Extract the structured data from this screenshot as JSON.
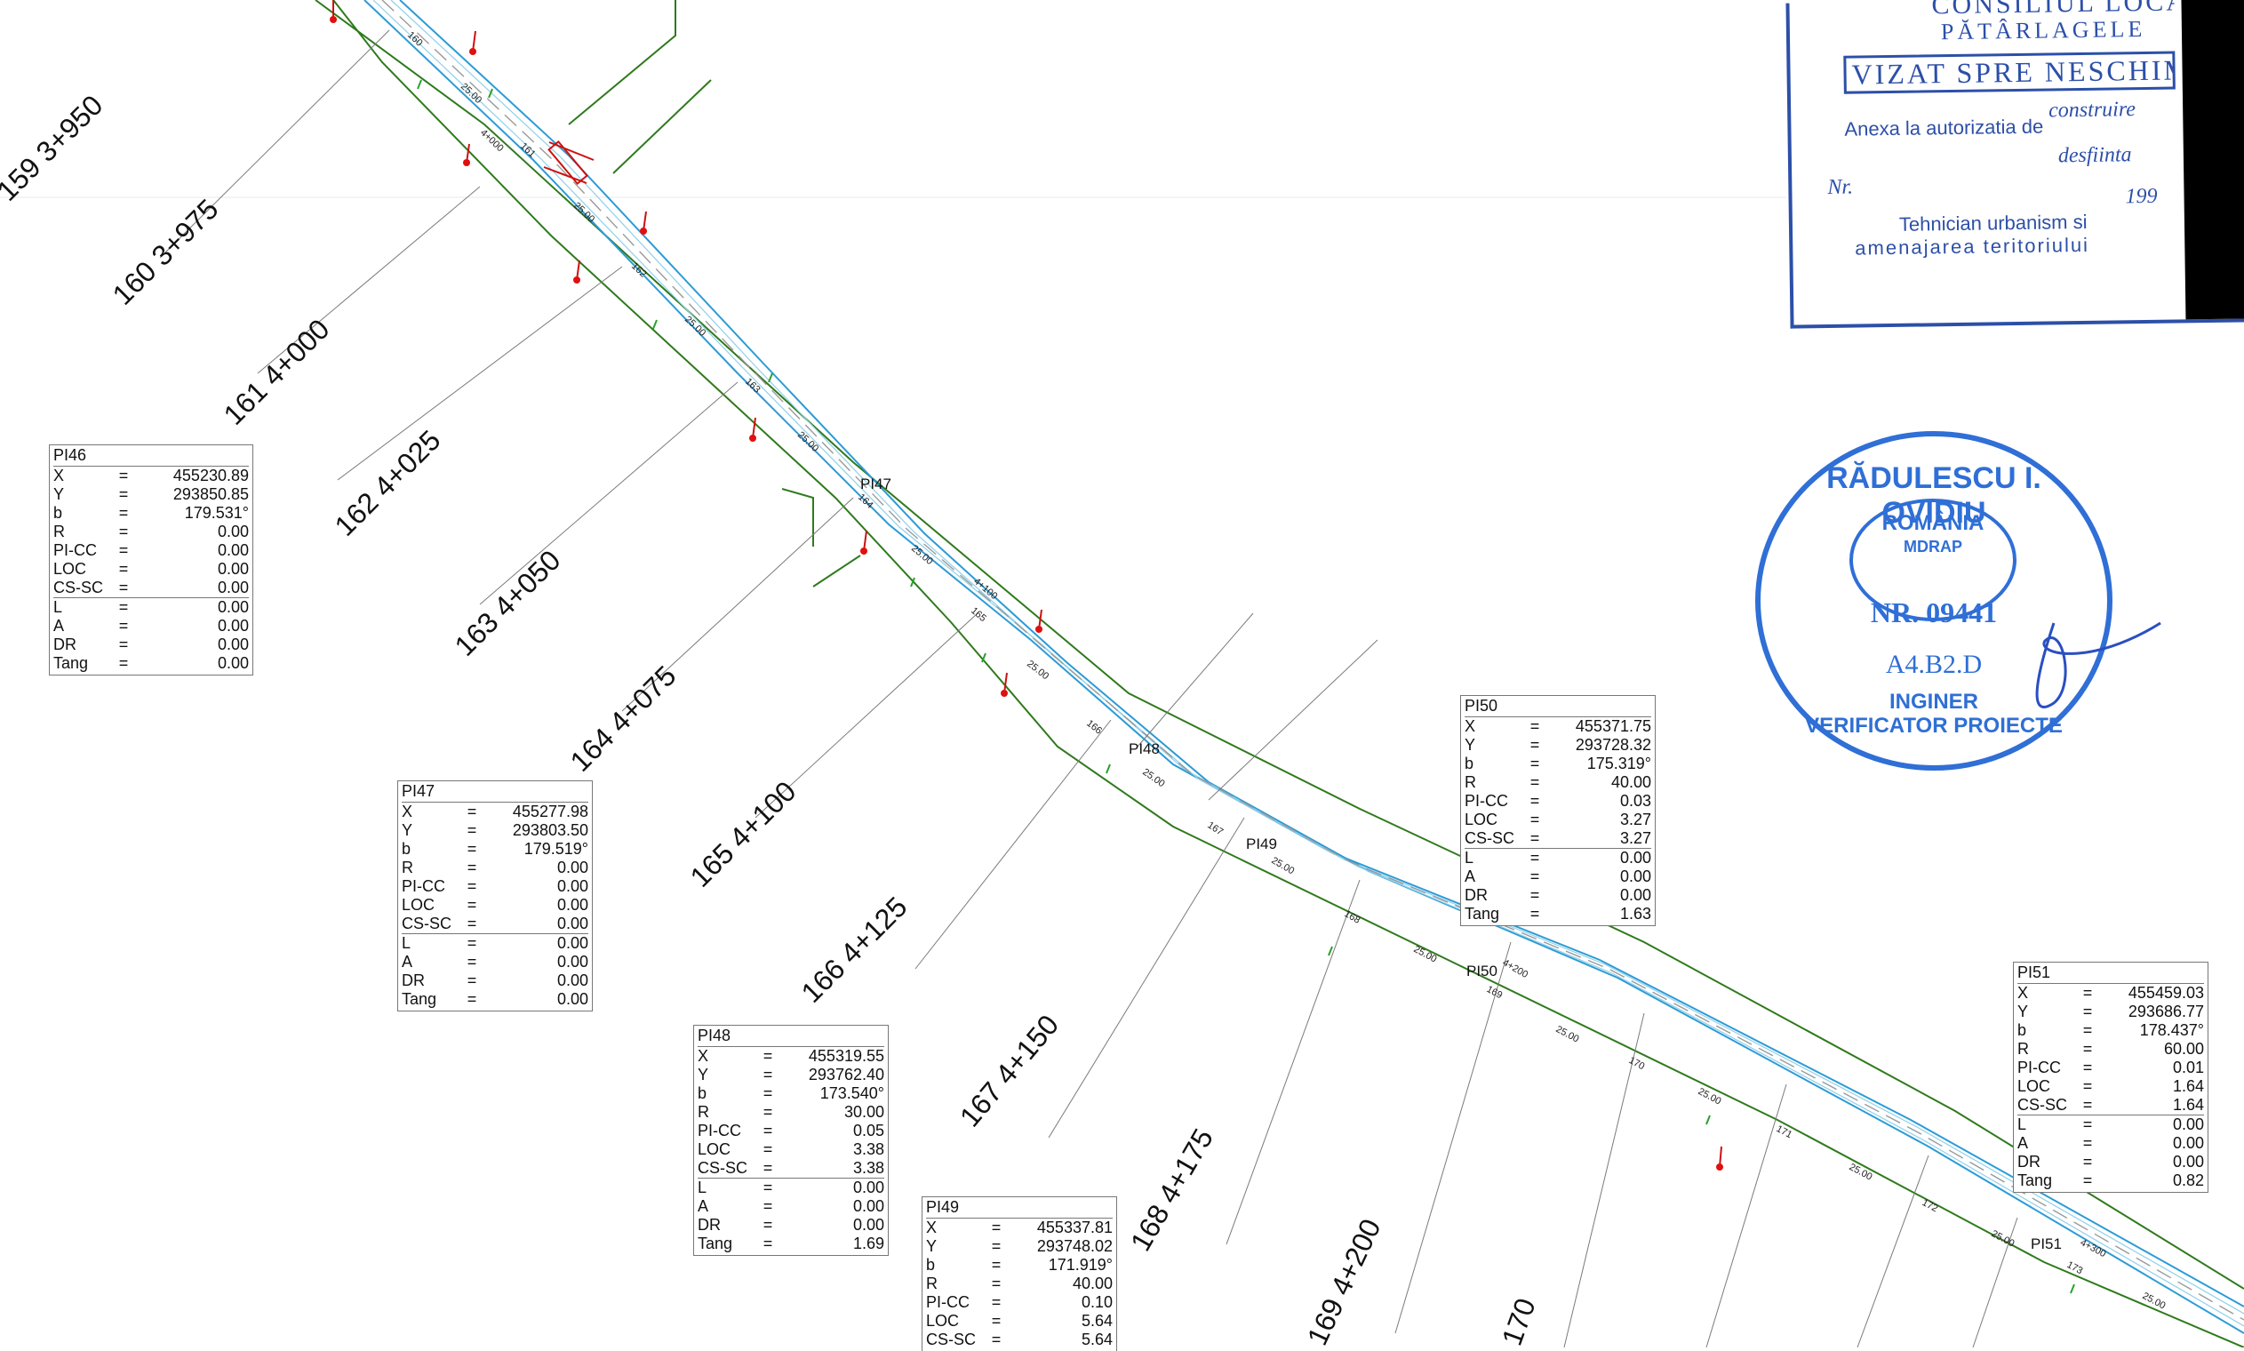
{
  "stations": [
    {
      "label": "159 3+950"
    },
    {
      "label": "160 3+975"
    },
    {
      "label": "161 4+000"
    },
    {
      "label": "162 4+025"
    },
    {
      "label": "163 4+050"
    },
    {
      "label": "164 4+075"
    },
    {
      "label": "165 4+100"
    },
    {
      "label": "166 4+125"
    },
    {
      "label": "167 4+150"
    },
    {
      "label": "168 4+175"
    },
    {
      "label": "169 4+200"
    },
    {
      "label": "170"
    }
  ],
  "chainage_marks": [
    "4+000",
    "4+100",
    "4+200",
    "4+300"
  ],
  "segment_label": "25.00",
  "profile_numbers": [
    "160",
    "161",
    "162",
    "163",
    "164",
    "165",
    "166",
    "167",
    "168",
    "169",
    "170",
    "171",
    "172",
    "173"
  ],
  "pi_points": [
    {
      "name": "PI47"
    },
    {
      "name": "PI48"
    },
    {
      "name": "PI49"
    },
    {
      "name": "PI50"
    },
    {
      "name": "PI51"
    }
  ],
  "pi_tables": [
    {
      "title": "PI46",
      "rows": [
        [
          "X",
          "=",
          "455230.89"
        ],
        [
          "Y",
          "=",
          "293850.85"
        ],
        [
          "b",
          "=",
          "179.531°"
        ],
        [
          "R",
          "=",
          "0.00"
        ],
        [
          "PI-CC",
          "=",
          "0.00"
        ],
        [
          "LOC",
          "=",
          "0.00"
        ],
        [
          "CS-SC",
          "=",
          "0.00"
        ],
        [
          "L",
          "=",
          "0.00"
        ],
        [
          "A",
          "=",
          "0.00"
        ],
        [
          "DR",
          "=",
          "0.00"
        ],
        [
          "Tang",
          "=",
          "0.00"
        ]
      ]
    },
    {
      "title": "PI47",
      "rows": [
        [
          "X",
          "=",
          "455277.98"
        ],
        [
          "Y",
          "=",
          "293803.50"
        ],
        [
          "b",
          "=",
          "179.519°"
        ],
        [
          "R",
          "=",
          "0.00"
        ],
        [
          "PI-CC",
          "=",
          "0.00"
        ],
        [
          "LOC",
          "=",
          "0.00"
        ],
        [
          "CS-SC",
          "=",
          "0.00"
        ],
        [
          "L",
          "=",
          "0.00"
        ],
        [
          "A",
          "=",
          "0.00"
        ],
        [
          "DR",
          "=",
          "0.00"
        ],
        [
          "Tang",
          "=",
          "0.00"
        ]
      ]
    },
    {
      "title": "PI48",
      "rows": [
        [
          "X",
          "=",
          "455319.55"
        ],
        [
          "Y",
          "=",
          "293762.40"
        ],
        [
          "b",
          "=",
          "173.540°"
        ],
        [
          "R",
          "=",
          "30.00"
        ],
        [
          "PI-CC",
          "=",
          "0.05"
        ],
        [
          "LOC",
          "=",
          "3.38"
        ],
        [
          "CS-SC",
          "=",
          "3.38"
        ],
        [
          "L",
          "=",
          "0.00"
        ],
        [
          "A",
          "=",
          "0.00"
        ],
        [
          "DR",
          "=",
          "0.00"
        ],
        [
          "Tang",
          "=",
          "1.69"
        ]
      ]
    },
    {
      "title": "PI49",
      "rows": [
        [
          "X",
          "=",
          "455337.81"
        ],
        [
          "Y",
          "=",
          "293748.02"
        ],
        [
          "b",
          "=",
          "171.919°"
        ],
        [
          "R",
          "=",
          "40.00"
        ],
        [
          "PI-CC",
          "=",
          "0.10"
        ],
        [
          "LOC",
          "=",
          "5.64"
        ],
        [
          "CS-SC",
          "=",
          "5.64"
        ]
      ]
    },
    {
      "title": "PI50",
      "rows": [
        [
          "X",
          "=",
          "455371.75"
        ],
        [
          "Y",
          "=",
          "293728.32"
        ],
        [
          "b",
          "=",
          "175.319°"
        ],
        [
          "R",
          "=",
          "40.00"
        ],
        [
          "PI-CC",
          "=",
          "0.03"
        ],
        [
          "LOC",
          "=",
          "3.27"
        ],
        [
          "CS-SC",
          "=",
          "3.27"
        ],
        [
          "L",
          "=",
          "0.00"
        ],
        [
          "A",
          "=",
          "0.00"
        ],
        [
          "DR",
          "=",
          "0.00"
        ],
        [
          "Tang",
          "=",
          "1.63"
        ]
      ]
    },
    {
      "title": "PI51",
      "rows": [
        [
          "X",
          "=",
          "455459.03"
        ],
        [
          "Y",
          "=",
          "293686.77"
        ],
        [
          "b",
          "=",
          "178.437°"
        ],
        [
          "R",
          "=",
          "60.00"
        ],
        [
          "PI-CC",
          "=",
          "0.01"
        ],
        [
          "LOC",
          "=",
          "1.64"
        ],
        [
          "CS-SC",
          "=",
          "1.64"
        ],
        [
          "L",
          "=",
          "0.00"
        ],
        [
          "A",
          "=",
          "0.00"
        ],
        [
          "DR",
          "=",
          "0.00"
        ],
        [
          "Tang",
          "=",
          "0.82"
        ]
      ]
    }
  ],
  "stamp_rect": {
    "line1": "CONSILIUL LOCAL",
    "line2": "PĂTÂRLAGELE",
    "line3": "VIZAT SPRE NESCHIMBARE",
    "line4": "construire",
    "line5": "Anexa la autorizatia de",
    "line6": "desfiinta",
    "line7_left": "Nr.",
    "line7_right": "199",
    "line8": "Tehnician urbanism si",
    "line9": "amenajarea teritoriului"
  },
  "stamp_round": {
    "outer_top": "RĂDULESCU I. OVIDIU",
    "inner_top": "ROMÂNIA",
    "inner_mid": "MDRAP",
    "number": "NR. 09441",
    "code": "A4.B2.D",
    "bottom1": "INGINER",
    "bottom2": "VERIFICATOR PROIECTE"
  },
  "colors": {
    "alignment": "#2f7a1c",
    "road_edge": "#2c9bd6",
    "stamp_rect": "#2c4fa8",
    "stamp_round": "#2f6fd6",
    "marker": "#e01010"
  }
}
